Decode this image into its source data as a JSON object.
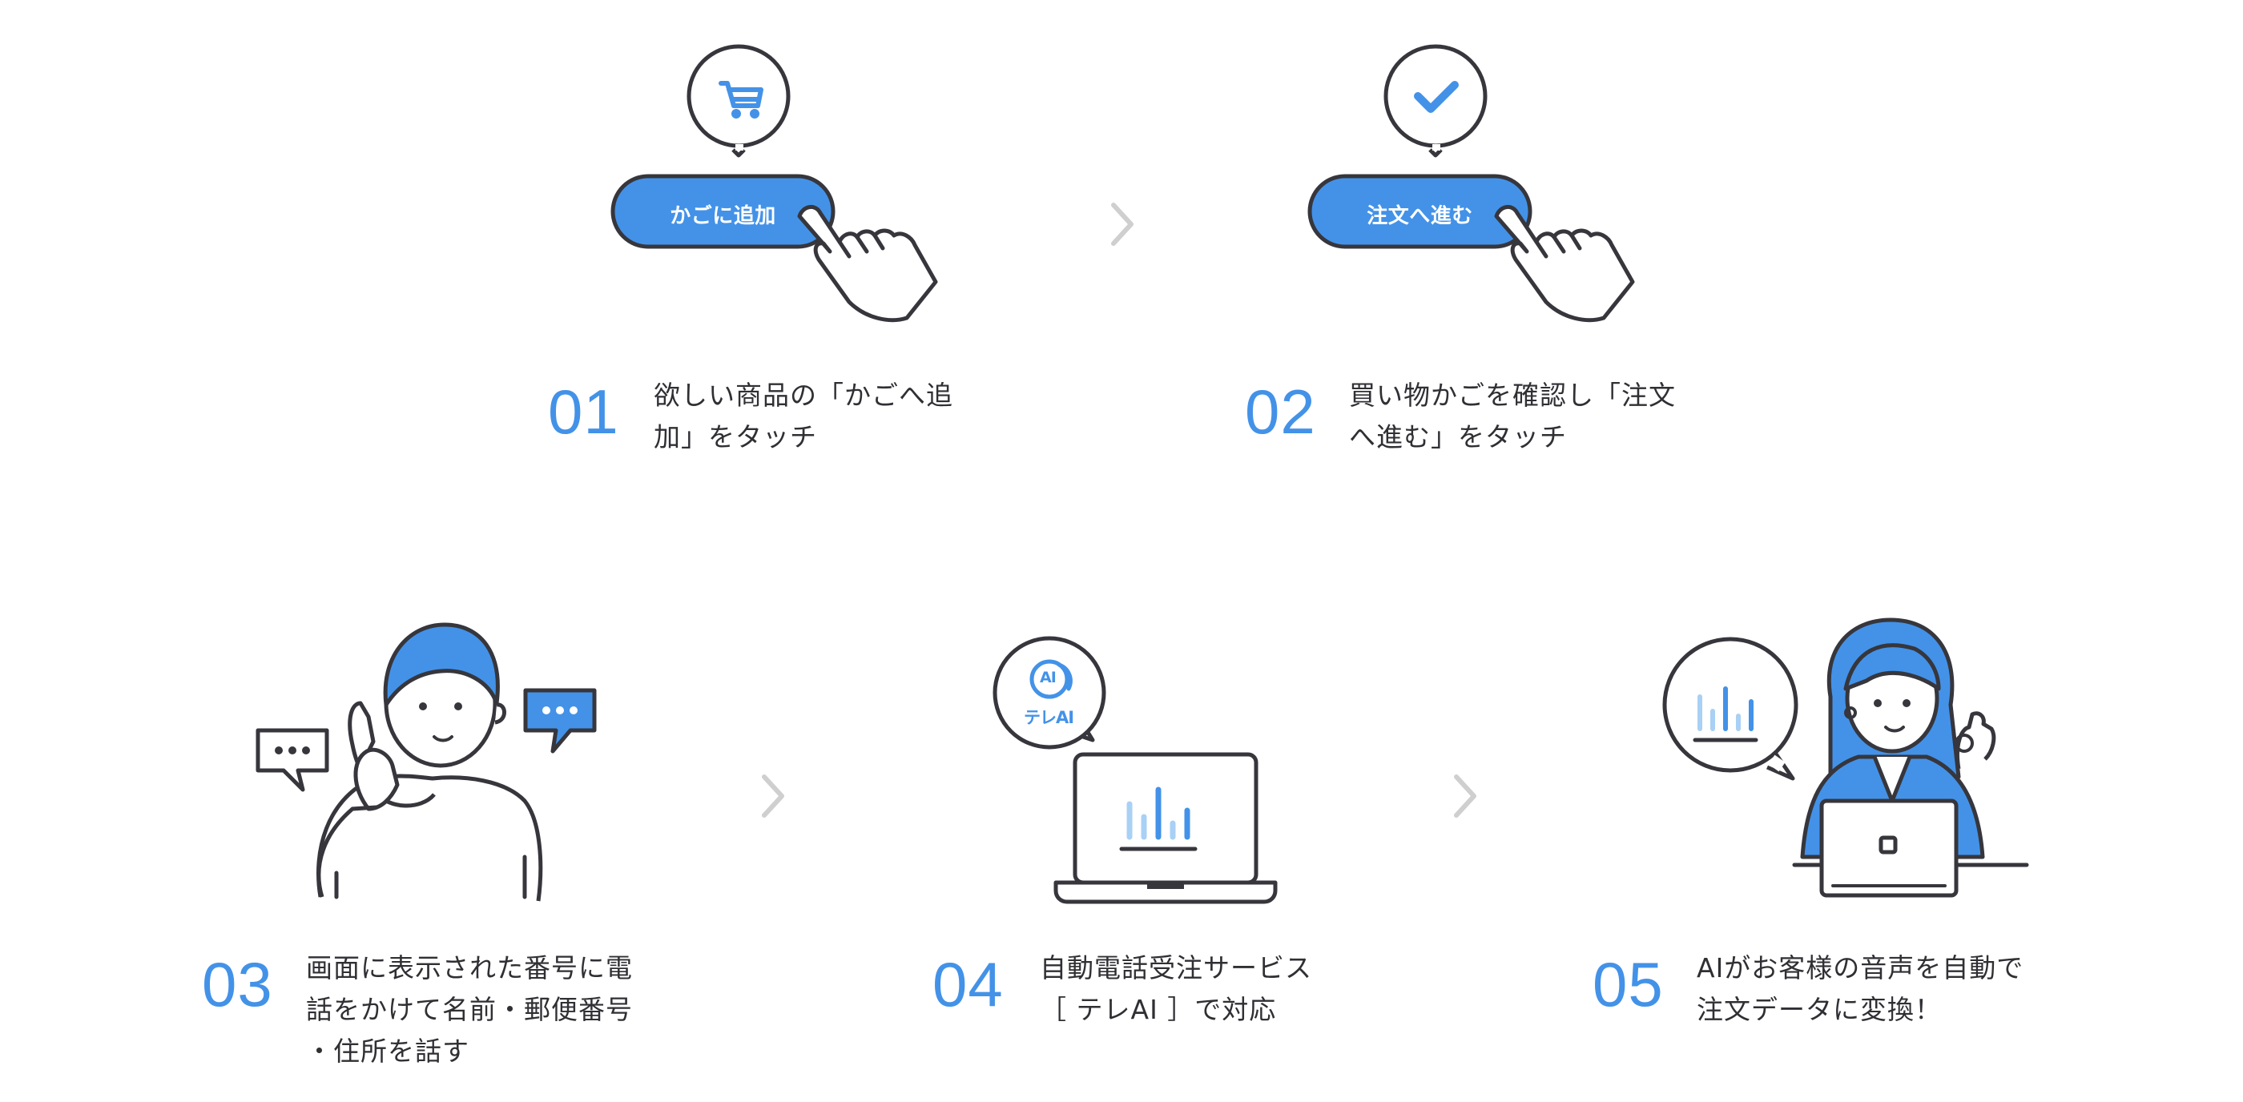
{
  "colors": {
    "accent": "#4392e8",
    "ink": "#36363c",
    "light_blue": "#a9d0f5",
    "chevron": "#cfcfcf"
  },
  "steps": [
    {
      "num": "01",
      "lines": [
        "欲しい商品の「かごへ追",
        "加」をタッチ"
      ],
      "button_label": "かごに追加",
      "icon": "cart-icon"
    },
    {
      "num": "02",
      "lines": [
        "買い物かごを確認し「注文",
        "へ進む」をタッチ"
      ],
      "button_label": "注文へ進む",
      "icon": "check-icon"
    },
    {
      "num": "03",
      "lines": [
        "画面に表示された番号に電",
        "話をかけて名前・郵便番号",
        "・住所を話す"
      ],
      "icon": "phone-call-icon"
    },
    {
      "num": "04",
      "lines": [
        "自動電話受注サービス",
        "［ テレAI ］で対応"
      ],
      "badge_ai": "AI",
      "badge_label": "テレAI",
      "icon": "laptop-chart-icon"
    },
    {
      "num": "05",
      "lines": [
        "AIがお客様の音声を自動で",
        "注文データに変換！"
      ],
      "icon": "operator-icon"
    }
  ]
}
